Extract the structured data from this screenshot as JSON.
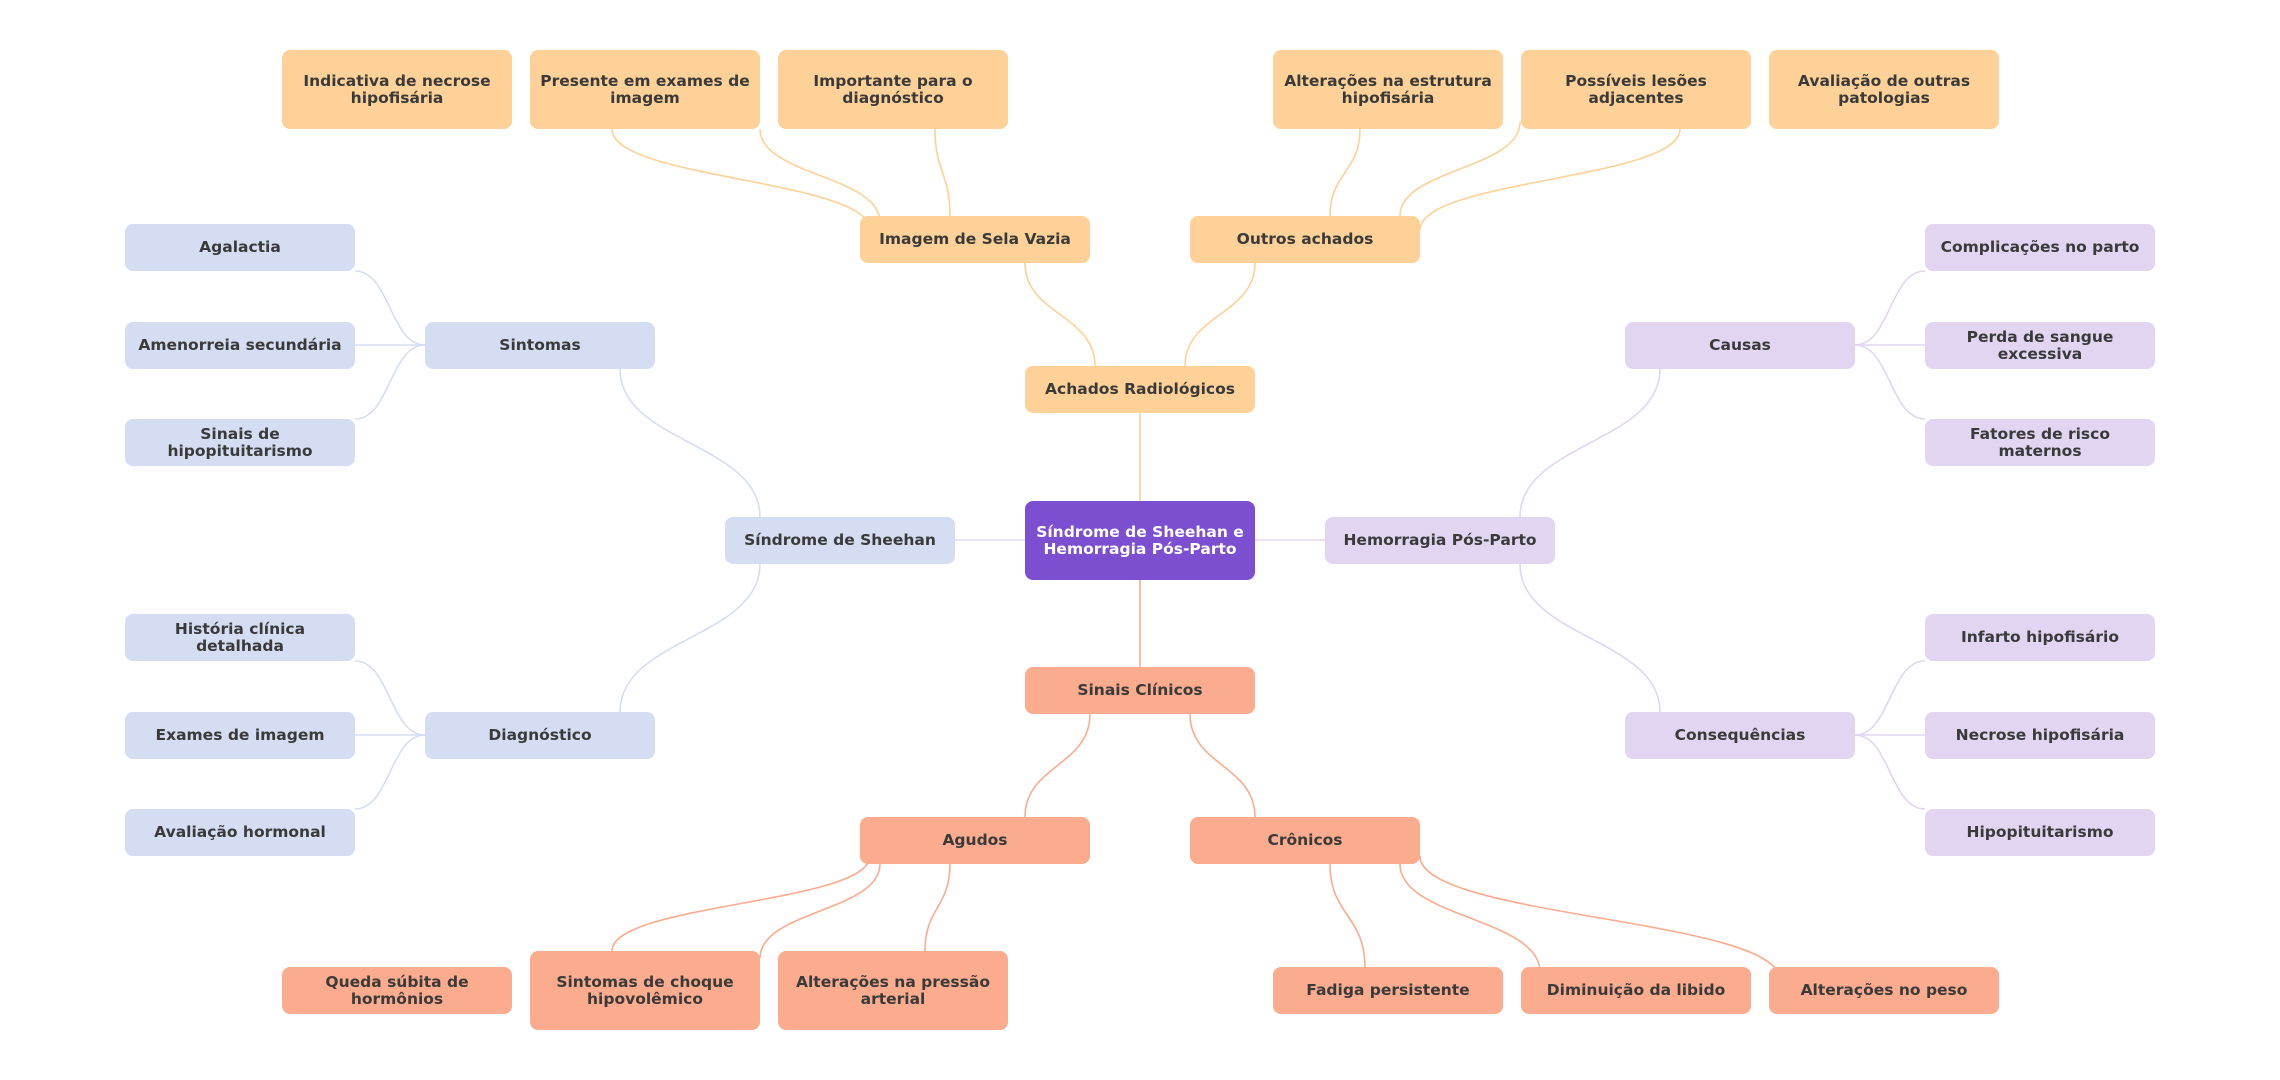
{
  "root": {
    "title": "Síndrome de Sheehan e Hemorragia Pós-Parto"
  },
  "colors": {
    "root": "#7b4fcf",
    "yellow_node": "#fdd197",
    "yellow_edge": "#fdd197",
    "salmon_node": "#fbab8e",
    "salmon_edge": "#fbab8e",
    "blue_node": "#d5ddf3",
    "blue_edge": "#d5ddf3",
    "purple_node": "#e2d5f2",
    "purple_edge": "#e2d5f2",
    "text": "#3a3a3a"
  },
  "achados": {
    "label": "Achados Radiológicos",
    "sela_vazia": {
      "label": "Imagem de Sela Vazia",
      "children": [
        "Indicativa de necrose hipofisária",
        "Presente em exames de imagem",
        "Importante para o diagnóstico"
      ]
    },
    "outros": {
      "label": "Outros achados",
      "children": [
        "Alterações na estrutura hipofisária",
        "Possíveis lesões adjacentes",
        "Avaliação de outras patologias"
      ]
    }
  },
  "sinais": {
    "label": "Sinais Clínicos",
    "agudos": {
      "label": "Agudos",
      "children": [
        "Queda súbita de hormônios",
        "Sintomas de choque hipovolêmico",
        "Alterações na pressão arterial"
      ]
    },
    "cronicos": {
      "label": "Crônicos",
      "children": [
        "Fadiga persistente",
        "Diminuição da libido",
        "Alterações no peso"
      ]
    }
  },
  "sheehan": {
    "label": "Síndrome de Sheehan",
    "sintomas": {
      "label": "Sintomas",
      "children": [
        "Agalactia",
        "Amenorreia secundária",
        "Sinais de hipopituitarismo"
      ]
    },
    "diagnostico": {
      "label": "Diagnóstico",
      "children": [
        "História clínica detalhada",
        "Exames de imagem",
        "Avaliação hormonal"
      ]
    }
  },
  "hemorragia": {
    "label": "Hemorragia Pós-Parto",
    "causas": {
      "label": "Causas",
      "children": [
        "Complicações no parto",
        "Perda de sangue excessiva",
        "Fatores de risco maternos"
      ]
    },
    "consequencias": {
      "label": "Consequências",
      "children": [
        "Infarto hipofisário",
        "Necrose hipofisária",
        "Hipopituitarismo"
      ]
    }
  }
}
